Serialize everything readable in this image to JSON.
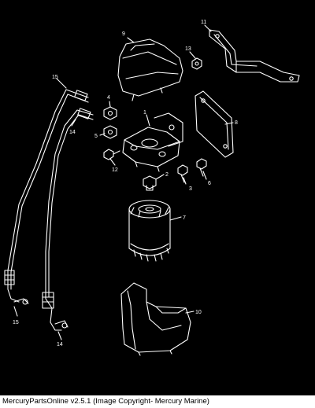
{
  "diagram": {
    "background_color": "#000000",
    "line_color": "#ffffff",
    "parts": [
      {
        "num": "1",
        "name": "fuel-filter-base"
      },
      {
        "num": "2",
        "name": "drain-plug"
      },
      {
        "num": "3",
        "name": "screw"
      },
      {
        "num": "4",
        "name": "fitting"
      },
      {
        "num": "5",
        "name": "fitting"
      },
      {
        "num": "6",
        "name": "screw"
      },
      {
        "num": "7",
        "name": "fuel-filter"
      },
      {
        "num": "8",
        "name": "gasket-plate"
      },
      {
        "num": "9",
        "name": "cover"
      },
      {
        "num": "10",
        "name": "filter-shield"
      },
      {
        "num": "11",
        "name": "mounting-bracket"
      },
      {
        "num": "12",
        "name": "screw"
      },
      {
        "num": "13",
        "name": "nut"
      },
      {
        "num": "14",
        "name": "fuel-line"
      },
      {
        "num": "15",
        "name": "fuel-line"
      }
    ],
    "labels": {
      "l1": "1",
      "l2": "2",
      "l3": "3",
      "l4": "4",
      "l5": "5",
      "l6": "6",
      "l7": "7",
      "l8": "8",
      "l9": "9",
      "l10": "10",
      "l11": "11",
      "l12": "12",
      "l13": "13",
      "l14a": "14",
      "l14b": "14",
      "l15a": "15",
      "l15b": "15"
    }
  },
  "footer": {
    "caption": "MercuryPartsOnline v2.5.1 (Image Copyright- Mercury Marine)"
  }
}
